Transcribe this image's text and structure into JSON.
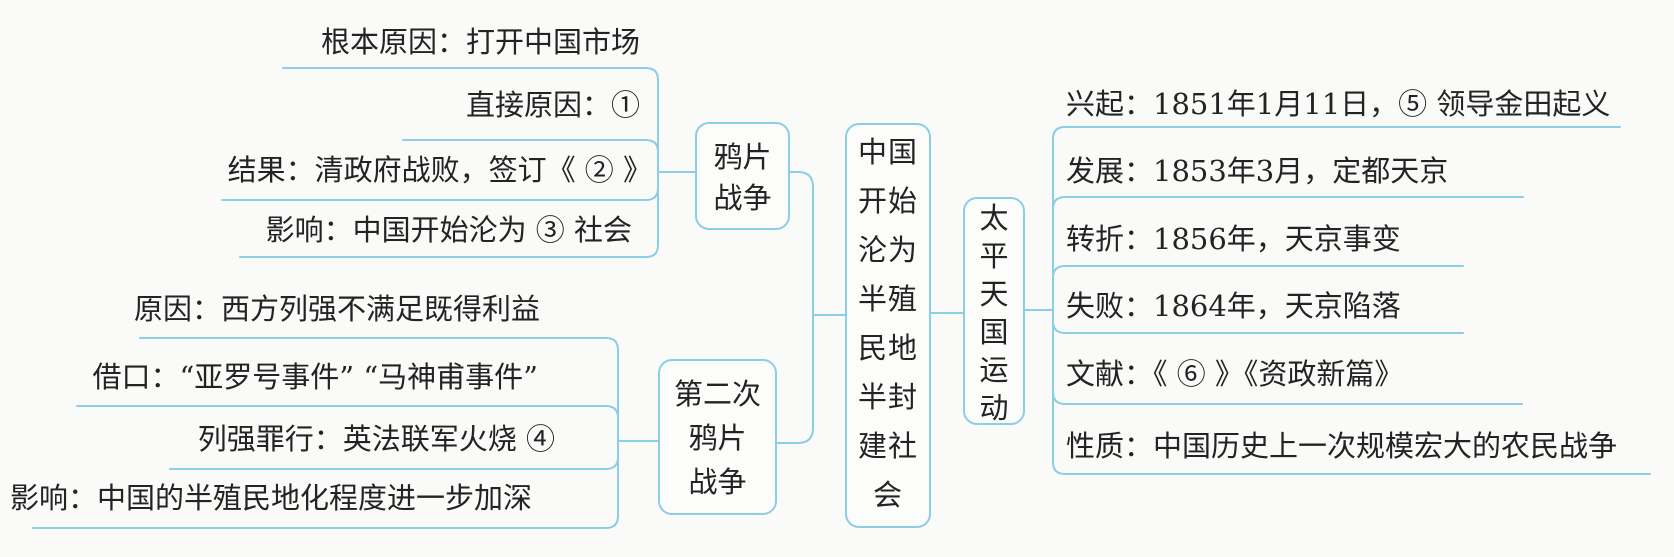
{
  "page": {
    "background_color": "#fafaf8",
    "line_color": "#8ccde8",
    "text_color": "#232323"
  },
  "central_topic": {
    "label": "中国开始沦为半殖民地半封建社会"
  },
  "branches": [
    {
      "label_lines": [
        "鸦片",
        "战争"
      ],
      "children": [
        "根本原因：打开中国市场",
        "直接原因：①",
        "结果：清政府战败，签订《 ② 》",
        "影响：中国开始沦为 ③ 社会"
      ]
    },
    {
      "label_lines": [
        "第二次",
        "鸦片",
        "战争"
      ],
      "children": [
        "原因：西方列强不满足既得利益",
        "借口：“亚罗号事件” “马神甫事件”",
        "列强罪行：英法联军火烧 ④",
        "影响：中国的半殖民地化程度进一步加深"
      ]
    },
    {
      "label": "太平天国运动",
      "children": [
        "兴起：1851年1月11日，⑤ 领导金田起义",
        "发展：1853年3月，定都天京",
        "转折：1856年，天京事变",
        "失败：1864年，天京陷落",
        "文献：《 ⑥ 》《资政新篇》",
        "性质：中国历史上一次规模宏大的农民战争"
      ]
    }
  ]
}
